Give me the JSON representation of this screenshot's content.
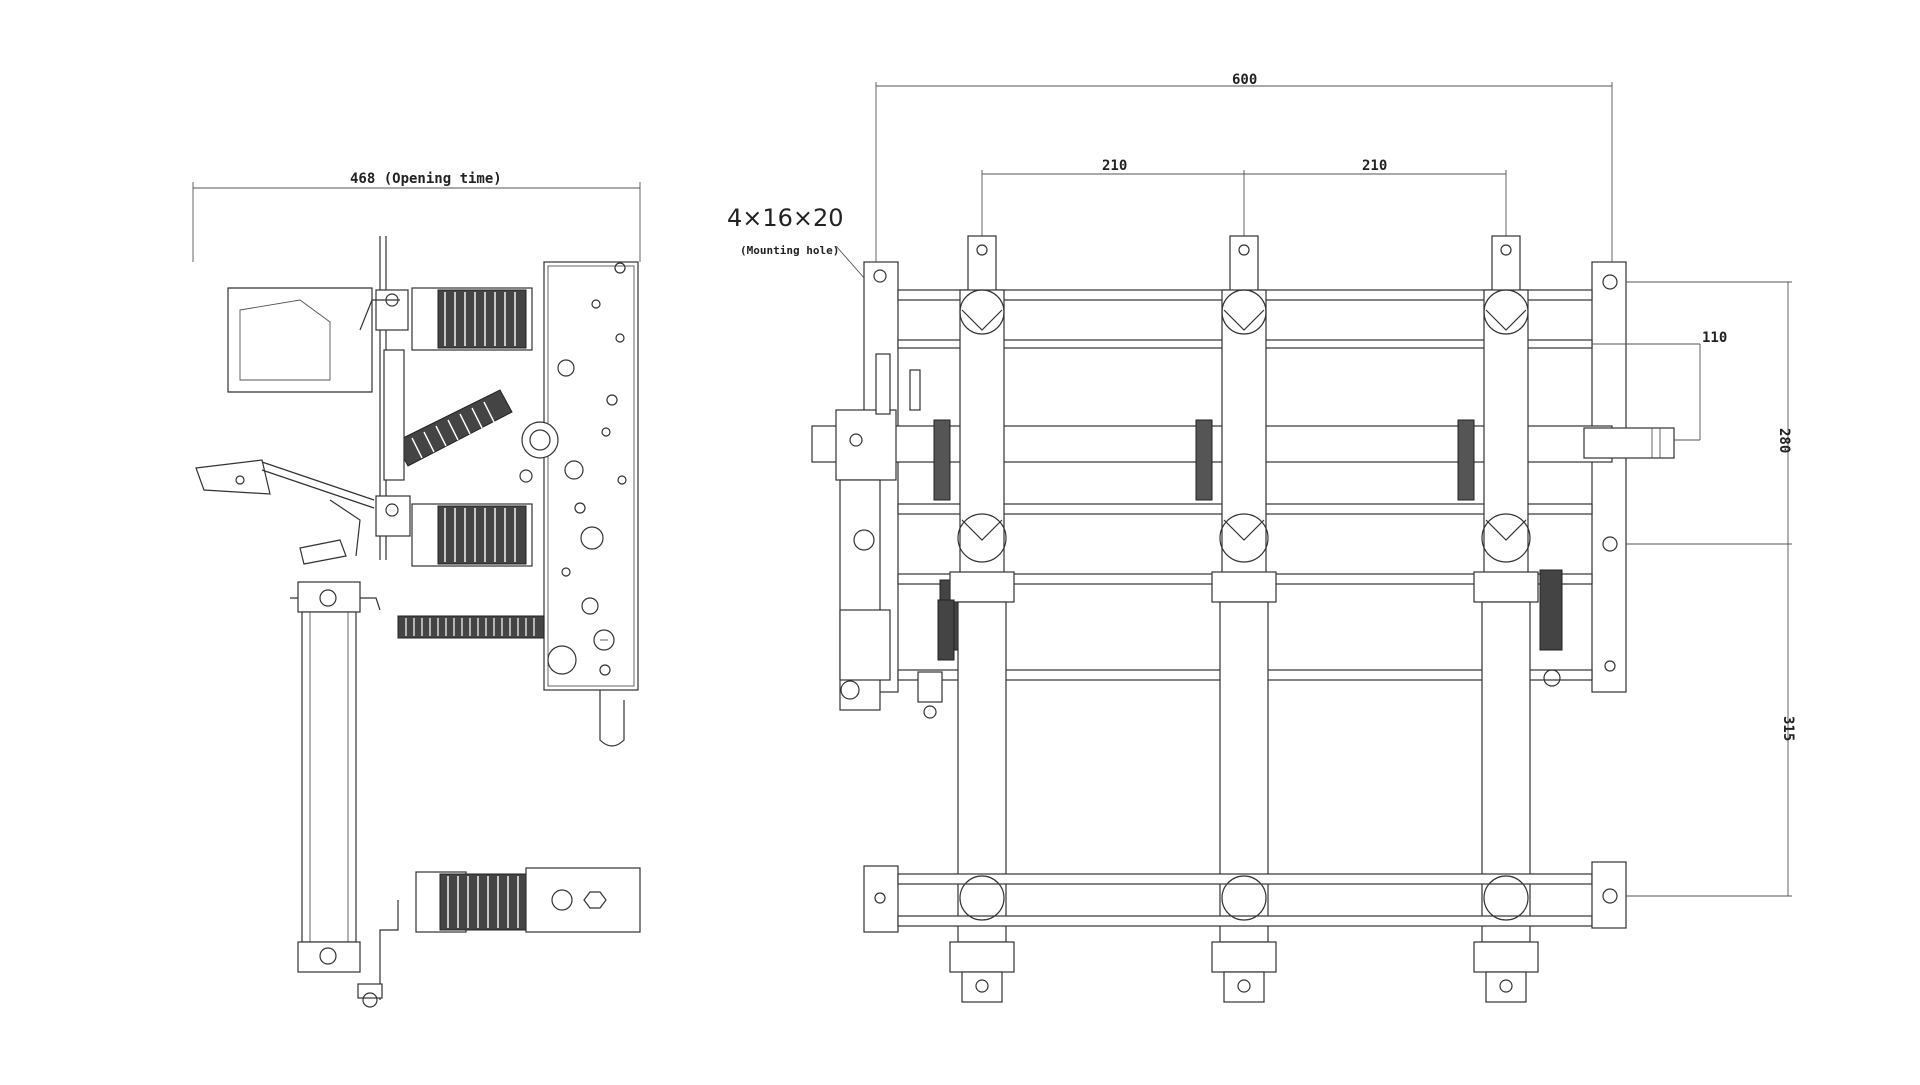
{
  "dimensions": {
    "side_width": "468 (Opening time)",
    "overall_width": "600",
    "pitch_left": "210",
    "pitch_right": "210",
    "mounting_hole_spec": "4×16×20",
    "mounting_hole_label": "(Mounting hole)",
    "depth": "110",
    "upper_height": "280",
    "lower_height": "315"
  }
}
